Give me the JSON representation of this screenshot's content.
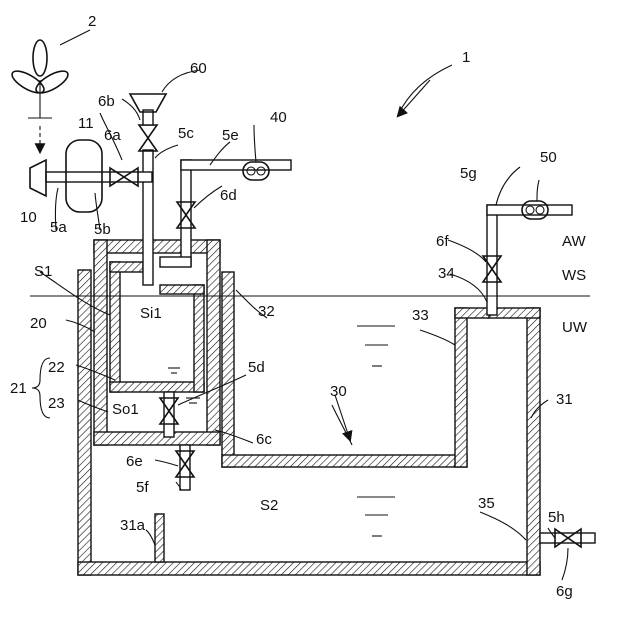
{
  "labels": {
    "n1": "1",
    "n2": "2",
    "n60": "60",
    "n6b": "6b",
    "n11": "11",
    "n6a": "6a",
    "n5c": "5c",
    "n5e": "5e",
    "n40": "40",
    "n10": "10",
    "n5a": "5a",
    "n5b": "5b",
    "n6d": "6d",
    "n5g": "5g",
    "n50": "50",
    "n6f": "6f",
    "aw": "AW",
    "s1": "S1",
    "n34": "34",
    "ws": "WS",
    "n20": "20",
    "si1": "Si1",
    "n32": "32",
    "n33": "33",
    "uw": "UW",
    "n22": "22",
    "n5d": "5d",
    "n21": "21",
    "n23": "23",
    "so1": "So1",
    "n30": "30",
    "n31": "31",
    "n6c": "6c",
    "n6e": "6e",
    "n5f": "5f",
    "s2": "S2",
    "n35": "35",
    "n5h": "5h",
    "n31a": "31a",
    "n6g": "6g"
  }
}
